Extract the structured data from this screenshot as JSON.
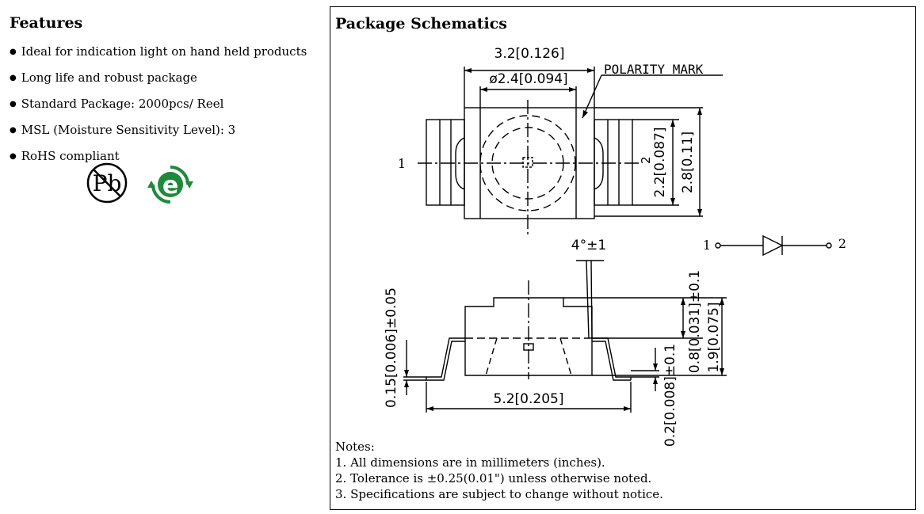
{
  "features": {
    "title": "Features",
    "items": [
      "Ideal for indication light on hand held products",
      "Long life and robust package",
      "Standard Package: 2000pcs/ Reel",
      "MSL (Moisture Sensitivity Level): 3",
      "RoHS compliant"
    ],
    "badges": {
      "pb_free_text": "Pb",
      "rohs_letter": "e",
      "colors": {
        "rohs_green": "#1e8a3c"
      }
    }
  },
  "schematics": {
    "title": "Package Schematics",
    "top_view": {
      "width_dim": "3.2[0.126]",
      "lens_dim": "ø2.4[0.094]",
      "polarity_label": "POLARITY MARK",
      "pin1_label": "1",
      "pin2_label": "2",
      "inner_height_dim": "2.2[0.087]",
      "outer_height_dim": "2.8[0.11]"
    },
    "diode_symbol": {
      "anode_label": "1",
      "cathode_label": "2"
    },
    "side_view": {
      "angle_dim": "4°±1",
      "lead_thickness_dim": "0.15[0.006]±0.05",
      "length_dim": "5.2[0.205]",
      "standoff_dim": "0.2[0.008]±0.1",
      "top_height_dim": "0.8[0.031]±0.1",
      "total_height_dim": "1.9[0.075]"
    },
    "notes": {
      "heading": "Notes:",
      "items": [
        "1. All dimensions are in millimeters (inches).",
        "2. Tolerance is ±0.25(0.01\") unless otherwise noted.",
        "3. Specifications are subject to change without notice."
      ]
    }
  }
}
